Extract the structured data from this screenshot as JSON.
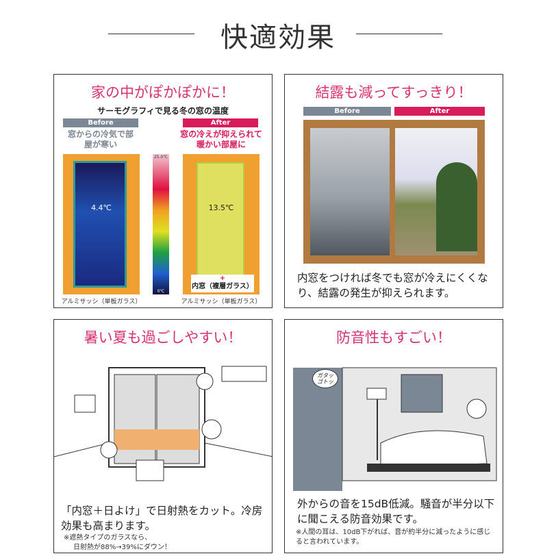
{
  "title": "快適効果",
  "panels": [
    {
      "heading": "家の中がぽかぽかに！",
      "subheading": "サーモグラフィで見る冬の窓の温度",
      "before_label": "Before",
      "after_label": "After",
      "before_text": "窓からの冷気で部屋が寒い",
      "after_text": "窓の冷えが抑えられて暖かい部屋に",
      "before_temp": "4.4℃",
      "after_temp": "13.5℃",
      "scale_max": "25.0℃",
      "scale_min": "0℃",
      "after_badge_plus": "+",
      "after_badge": "内窓（複層ガラス）",
      "before_caption": "アルミサッシ（単板ガラス）",
      "after_caption": "アルミサッシ（単板ガラス）"
    },
    {
      "heading": "結露も減ってすっきり！",
      "before_label": "Before",
      "after_label": "After",
      "body": "内窓をつければ冬でも窓が冷えにくくなり、結露の発生が抑えられます。"
    },
    {
      "heading": "暑い夏も過ごしやすい！",
      "body": "「内窓＋日よけ」で日射熱をカット。冷房効果も高まります。",
      "note_1": "※遮熱タイプのガラスなら、",
      "note_2": "日射熱が88%→39%にダウン！"
    },
    {
      "heading": "防音性もすごい！",
      "sound_bubble": "ガタッゴトッ",
      "body": "外からの音を15dB低減。騒音が半分以下に聞こえる防音効果です。",
      "note": "※人間の耳は、10dB下がれば、音が約半分に減ったように感じると言われています。"
    }
  ],
  "colors": {
    "accent": "#d6336c",
    "before_gray": "#7b8794",
    "after_pink": "#d81b5a"
  }
}
